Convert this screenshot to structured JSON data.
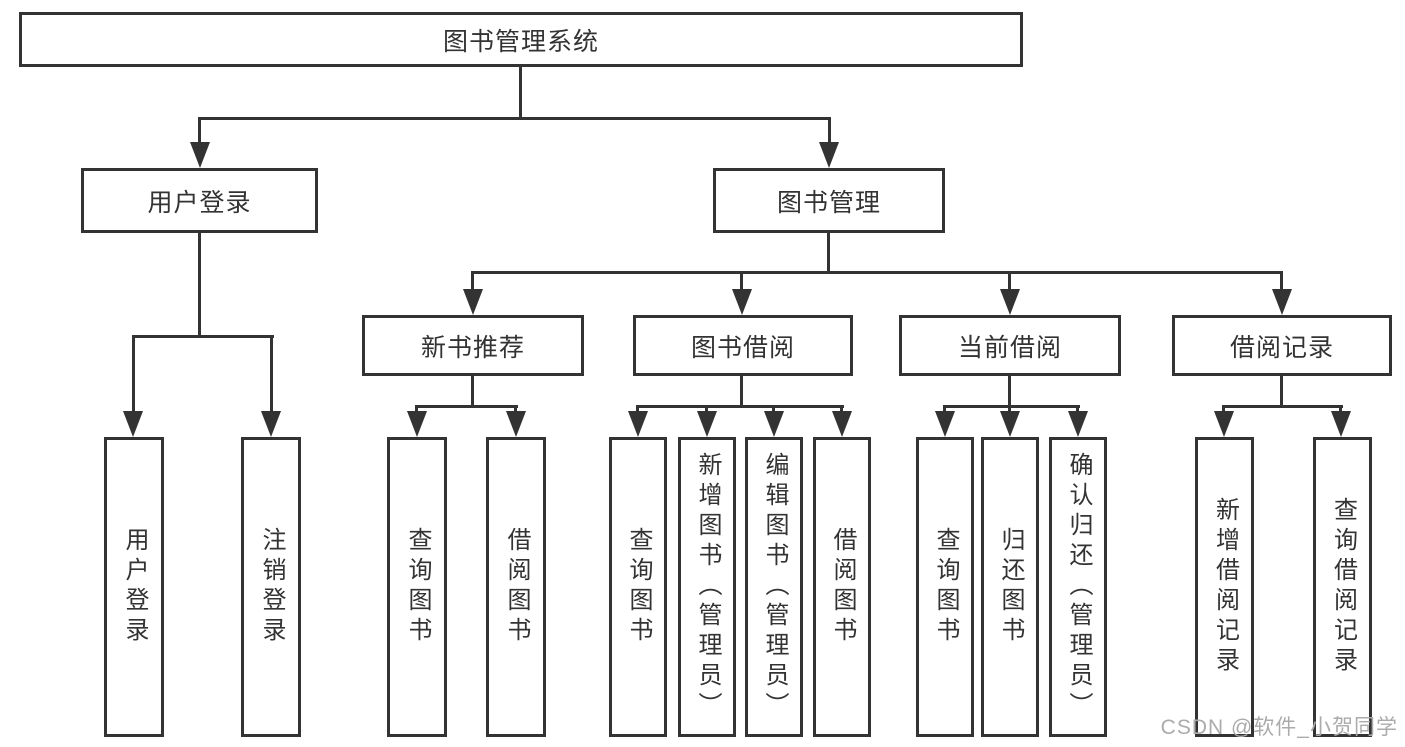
{
  "colors": {
    "line": "#333333",
    "text": "#333333",
    "background": "#ffffff",
    "watermark": "#ababab"
  },
  "watermark": {
    "text": "CSDN @软件_小贺同学"
  },
  "tree": {
    "root": {
      "label": "图书管理系统"
    },
    "branches": [
      {
        "label": "用户登录",
        "children": [
          {
            "label": "用户登录"
          },
          {
            "label": "注销登录"
          }
        ]
      },
      {
        "label": "图书管理",
        "children": [
          {
            "label": "新书推荐",
            "children": [
              {
                "label": "查询图书"
              },
              {
                "label": "借阅图书"
              }
            ]
          },
          {
            "label": "图书借阅",
            "children": [
              {
                "label": "查询图书"
              },
              {
                "label": "新增图书（管理员）"
              },
              {
                "label": "编辑图书（管理员）"
              },
              {
                "label": "借阅图书"
              }
            ]
          },
          {
            "label": "当前借阅",
            "children": [
              {
                "label": "查询图书"
              },
              {
                "label": "归还图书"
              },
              {
                "label": "确认归还（管理员）"
              }
            ]
          },
          {
            "label": "借阅记录",
            "children": [
              {
                "label": "新增借阅记录"
              },
              {
                "label": "查询借阅记录"
              }
            ]
          }
        ]
      }
    ]
  }
}
